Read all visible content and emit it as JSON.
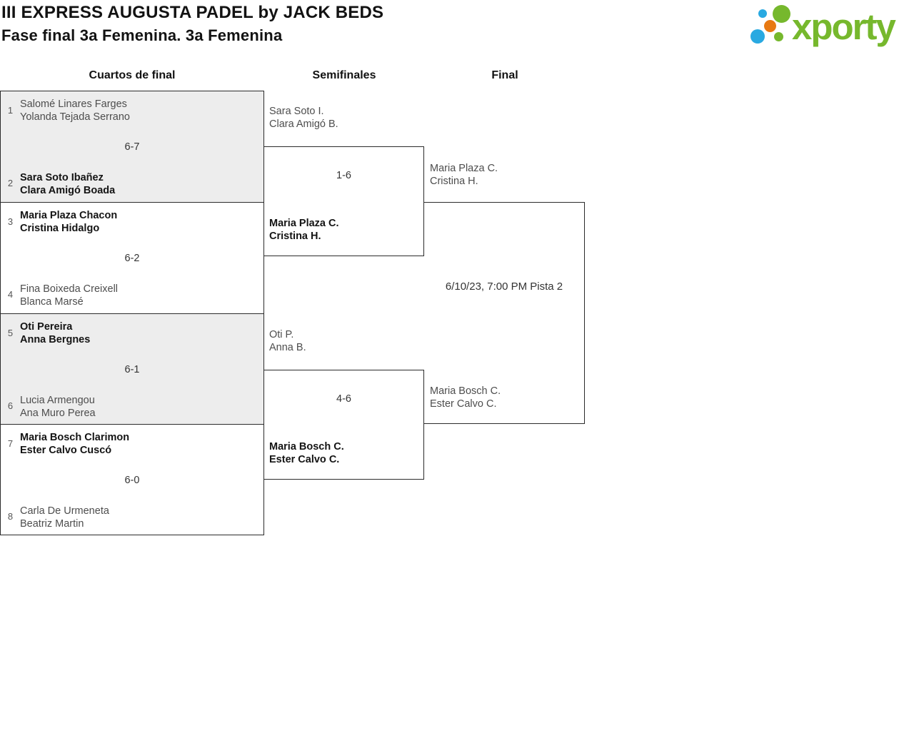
{
  "header": {
    "title": "III EXPRESS AUGUSTA PADEL by JACK BEDS",
    "subtitle": "Fase final 3a Femenina. 3a Femenina"
  },
  "logo": {
    "text": "xporty",
    "brand_green": "#76b82d",
    "brand_blue": "#29a9e1",
    "brand_orange": "#e87912"
  },
  "rounds": [
    {
      "label": "Cuartos de final"
    },
    {
      "label": "Semifinales"
    },
    {
      "label": "Final"
    }
  ],
  "quarterfinals": [
    {
      "seed_top": "1",
      "team_top": [
        "Salomé Linares Farges",
        "Yolanda Tejada Serrano"
      ],
      "score": "6-7",
      "seed_bottom": "2",
      "team_bottom": [
        "Sara Soto Ibañez",
        "Clara Amigó Boada"
      ],
      "winner": "bottom"
    },
    {
      "seed_top": "3",
      "team_top": [
        "Maria Plaza Chacon",
        "Cristina Hidalgo"
      ],
      "score": "6-2",
      "seed_bottom": "4",
      "team_bottom": [
        "Fina Boixeda Creixell",
        "Blanca Marsé"
      ],
      "winner": "top"
    },
    {
      "seed_top": "5",
      "team_top": [
        "Oti Pereira",
        "Anna Bergnes"
      ],
      "score": "6-1",
      "seed_bottom": "6",
      "team_bottom": [
        "Lucia Armengou",
        "Ana Muro Perea"
      ],
      "winner": "top"
    },
    {
      "seed_top": "7",
      "team_top": [
        "Maria Bosch Clarimon",
        "Ester Calvo Cuscó"
      ],
      "score": "6-0",
      "seed_bottom": "8",
      "team_bottom": [
        "Carla De Urmeneta",
        "Beatriz Martin"
      ],
      "winner": "top"
    }
  ],
  "semifinals": [
    {
      "team_top": [
        "Sara Soto I.",
        "Clara Amigó B."
      ],
      "score": "1-6",
      "team_bottom": [
        "Maria Plaza C.",
        "Cristina H."
      ],
      "winner": "bottom"
    },
    {
      "team_top": [
        "Oti P.",
        "Anna B."
      ],
      "score": "4-6",
      "team_bottom": [
        "Maria Bosch C.",
        "Ester Calvo C."
      ],
      "winner": "bottom"
    }
  ],
  "final": {
    "team_top": [
      "Maria Plaza C.",
      "Cristina H."
    ],
    "schedule": "6/10/23, 7:00 PM Pista 2",
    "team_bottom": [
      "Maria Bosch C.",
      "Ester Calvo C."
    ]
  },
  "colors": {
    "shaded_block": "#ededed",
    "border": "#2b2b2b"
  }
}
